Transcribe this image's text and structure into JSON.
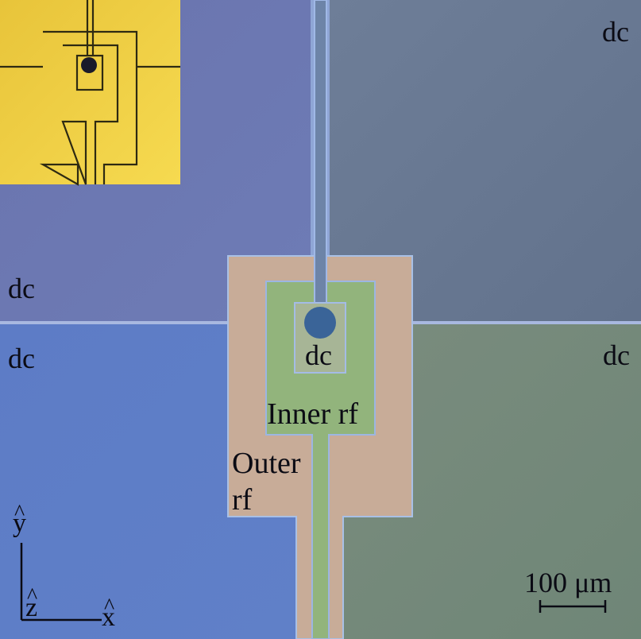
{
  "labels": {
    "dc_top_right": "dc",
    "dc_mid_left_upper": "dc",
    "dc_mid_left_lower": "dc",
    "dc_center": "dc",
    "dc_right": "dc",
    "inner_rf": "Inner rf",
    "outer_rf_line1": "Outer",
    "outer_rf_line2": "rf"
  },
  "axes": {
    "y": "y",
    "z": "z",
    "x": "x",
    "hat": "^"
  },
  "scale_bar": {
    "label": "100 μm"
  },
  "colors": {
    "dc_upper_left": "#6a78b3",
    "dc_upper_right": "#6a7a92",
    "dc_lower_left": "#607cc4",
    "dc_lower_right": "#758a7c",
    "outer_rf": "#c8ac98",
    "inner_rf": "#92b47c",
    "center_dc": "#a7b596",
    "gap_line": "#8aa0d0",
    "via": "#3a6498",
    "inset_gold": "#efce3e"
  }
}
